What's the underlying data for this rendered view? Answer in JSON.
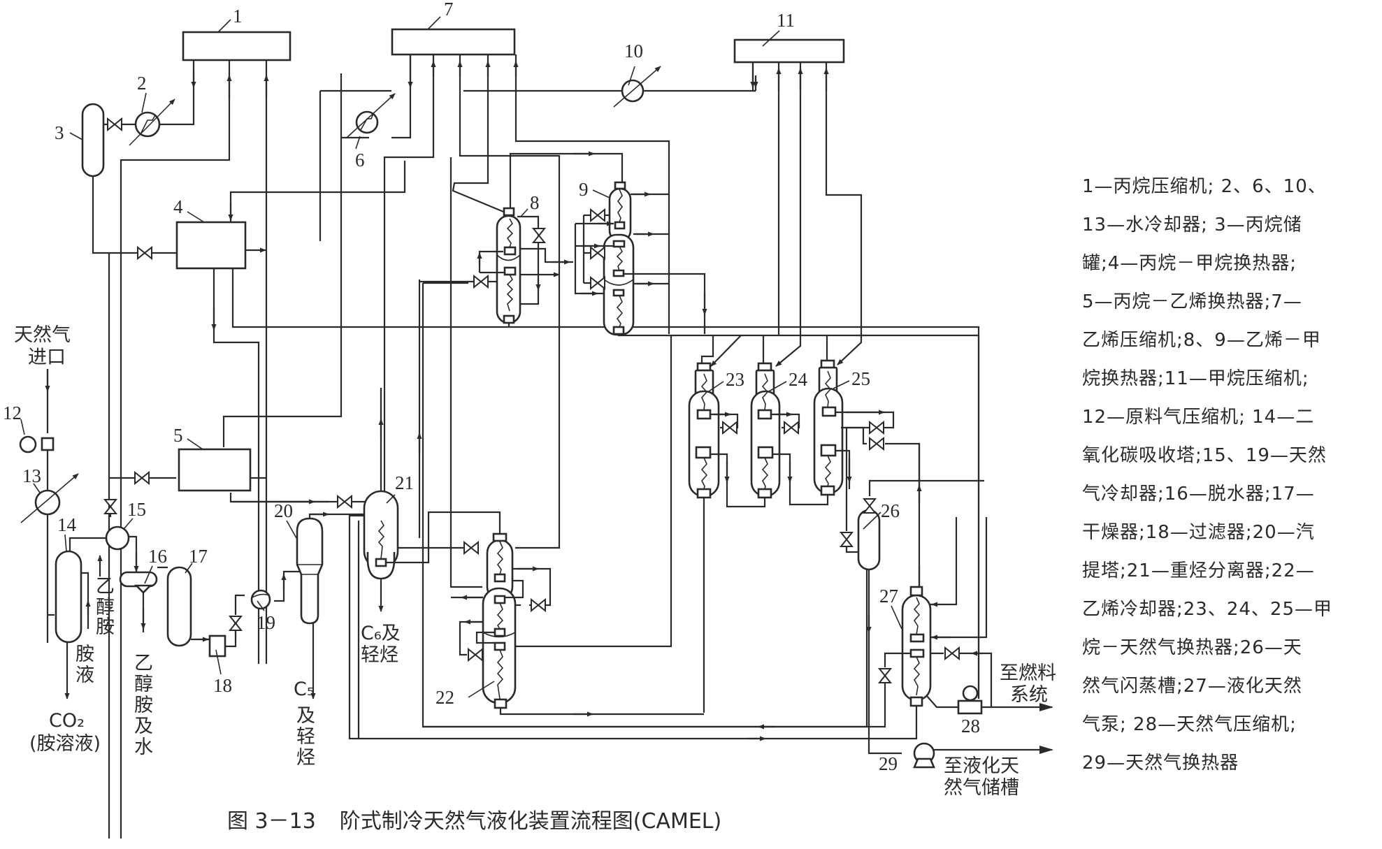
{
  "figure": {
    "number": "图 3－13",
    "title": "阶式制冷天然气液化装置流程图(CAMEL)"
  },
  "equipment_labels": {
    "e1": "1",
    "e2": "2",
    "e3": "3",
    "e4": "4",
    "e5": "5",
    "e6": "6",
    "e7": "7",
    "e8": "8",
    "e9": "9",
    "e10": "10",
    "e11": "11",
    "e12": "12",
    "e13": "13",
    "e14": "14",
    "e15": "15",
    "e16": "16",
    "e17": "17",
    "e18": "18",
    "e19": "19",
    "e20": "20",
    "e21": "21",
    "e22": "22",
    "e23": "23",
    "e24": "24",
    "e25": "25",
    "e26": "26",
    "e27": "27",
    "e28": "28",
    "e29": "29"
  },
  "stream_labels": {
    "gas_inlet_1": "天然气",
    "gas_inlet_2": "进口",
    "ethanolamine_in_1": "乙",
    "ethanolamine_in_2": "醇",
    "ethanolamine_in_3": "胺",
    "amine_liquid_1": "胺",
    "amine_liquid_2": "液",
    "co2_out_1": "CO₂",
    "co2_out_2": "(胺溶液)",
    "ethanolamine_water_1": "乙",
    "ethanolamine_water_2": "醇",
    "ethanolamine_water_3": "胺",
    "ethanolamine_water_4": "及",
    "ethanolamine_water_5": "水",
    "c5_1": "C₅",
    "c5_2": "及",
    "c5_3": "轻",
    "c5_4": "烃",
    "c6_1": "C₆及",
    "c6_2": "轻烃",
    "to_fuel_1": "至燃料",
    "to_fuel_2": "系统",
    "to_lng_tank_1": "至液化天",
    "to_lng_tank_2": "然气储槽"
  },
  "legend": {
    "lines": [
      "1—丙烷压缩机; 2、6、10、",
      "13—水冷却器; 3—丙烷储",
      "罐;4—丙烷－甲烷换热器;",
      "5—丙烷－乙烯换热器;7—",
      "乙烯压缩机;8、9—乙烯－甲",
      "烷换热器;11—甲烷压缩机;",
      "12—原料气压缩机; 14—二",
      "氧化碳吸收塔;15、19—天然",
      "气冷却器;16—脱水器;17—",
      "干燥器;18—过滤器;20—汽",
      "提塔;21—重烃分离器;22—",
      "乙烯冷却器;23、24、25—甲",
      "烷－天然气换热器;26—天",
      "然气闪蒸槽;27—液化天然",
      "气泵; 28—天然气压缩机;",
      "29—天然气换热器"
    ],
    "items": [
      {
        "id": "1",
        "name": "丙烷压缩机"
      },
      {
        "id": "2、6、10、13",
        "name": "水冷却器"
      },
      {
        "id": "3",
        "name": "丙烷储罐"
      },
      {
        "id": "4",
        "name": "丙烷－甲烷换热器"
      },
      {
        "id": "5",
        "name": "丙烷－乙烯换热器"
      },
      {
        "id": "7",
        "name": "乙烯压缩机"
      },
      {
        "id": "8、9",
        "name": "乙烯－甲烷换热器"
      },
      {
        "id": "11",
        "name": "甲烷压缩机"
      },
      {
        "id": "12",
        "name": "原料气压缩机"
      },
      {
        "id": "14",
        "name": "二氧化碳吸收塔"
      },
      {
        "id": "15、19",
        "name": "天然气冷却器"
      },
      {
        "id": "16",
        "name": "脱水器"
      },
      {
        "id": "17",
        "name": "干燥器"
      },
      {
        "id": "18",
        "name": "过滤器"
      },
      {
        "id": "20",
        "name": "汽提塔"
      },
      {
        "id": "21",
        "name": "重烃分离器"
      },
      {
        "id": "22",
        "name": "乙烯冷却器"
      },
      {
        "id": "23、24、25",
        "name": "甲烷－天然气换热器"
      },
      {
        "id": "26",
        "name": "天然气闪蒸槽"
      },
      {
        "id": "27",
        "name": "液化天然气泵"
      },
      {
        "id": "28",
        "name": "天然气压缩机"
      },
      {
        "id": "29",
        "name": "天然气换热器"
      }
    ]
  }
}
